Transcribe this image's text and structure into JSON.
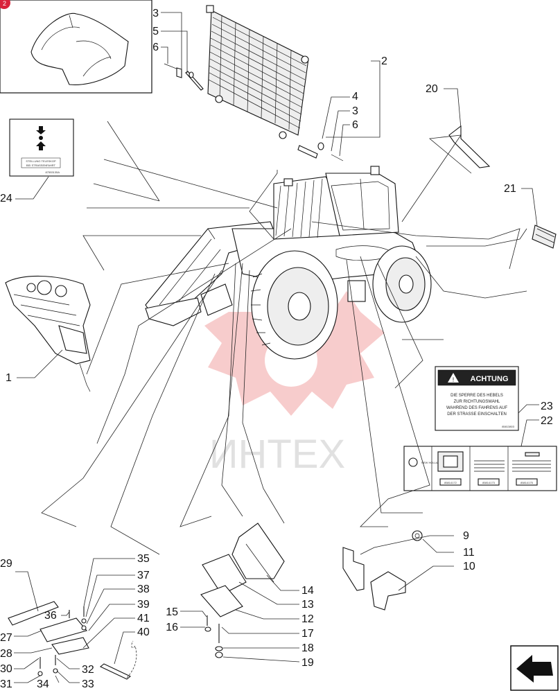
{
  "watermark": {
    "text": "ИНТЕХ",
    "color": "#f2a3a3"
  },
  "corner_badge": {
    "text": "2",
    "color": "#d9233c"
  },
  "labels": [
    {
      "id": "l1",
      "text": "1"
    },
    {
      "id": "l2",
      "text": "2"
    },
    {
      "id": "l3a",
      "text": "3"
    },
    {
      "id": "l3b",
      "text": "3"
    },
    {
      "id": "l4",
      "text": "4"
    },
    {
      "id": "l5",
      "text": "5"
    },
    {
      "id": "l6a",
      "text": "6"
    },
    {
      "id": "l6b",
      "text": "6"
    },
    {
      "id": "l9",
      "text": "9"
    },
    {
      "id": "l10",
      "text": "10"
    },
    {
      "id": "l11",
      "text": "11"
    },
    {
      "id": "l12",
      "text": "12"
    },
    {
      "id": "l13",
      "text": "13"
    },
    {
      "id": "l14",
      "text": "14"
    },
    {
      "id": "l15",
      "text": "15"
    },
    {
      "id": "l16",
      "text": "16"
    },
    {
      "id": "l17",
      "text": "17"
    },
    {
      "id": "l18",
      "text": "18"
    },
    {
      "id": "l19",
      "text": "19"
    },
    {
      "id": "l20",
      "text": "20"
    },
    {
      "id": "l21",
      "text": "21"
    },
    {
      "id": "l22",
      "text": "22"
    },
    {
      "id": "l23",
      "text": "23"
    },
    {
      "id": "l24",
      "text": "24"
    },
    {
      "id": "l27",
      "text": "27"
    },
    {
      "id": "l28",
      "text": "28"
    },
    {
      "id": "l29",
      "text": "29"
    },
    {
      "id": "l30",
      "text": "30"
    },
    {
      "id": "l31",
      "text": "31"
    },
    {
      "id": "l32",
      "text": "32"
    },
    {
      "id": "l33",
      "text": "33"
    },
    {
      "id": "l34",
      "text": "34"
    },
    {
      "id": "l35",
      "text": "35"
    },
    {
      "id": "l36",
      "text": "36"
    },
    {
      "id": "l37",
      "text": "37"
    },
    {
      "id": "l38",
      "text": "38"
    },
    {
      "id": "l39",
      "text": "39"
    },
    {
      "id": "l40",
      "text": "40"
    },
    {
      "id": "l41",
      "text": "41"
    }
  ],
  "decal_achtung": {
    "heading": "ACHTUNG",
    "lines": [
      "DIE SPERRE DES HEBELS",
      "ZUR RICHTUNGSWAHL",
      "WAHREND DES FAHRENS AUF",
      "DER STRASSE EINSCHALTEN"
    ],
    "code": "85813803"
  },
  "decal_24": {
    "lines": [
      "STELLUNG TELESKOP",
      "BEI STRASSENFAHRT"
    ],
    "code": "87553135A"
  },
  "decal_22": {
    "brand": "NEW HOLLAND",
    "codes": [
      "85814172",
      "85814173",
      "85814175"
    ]
  }
}
